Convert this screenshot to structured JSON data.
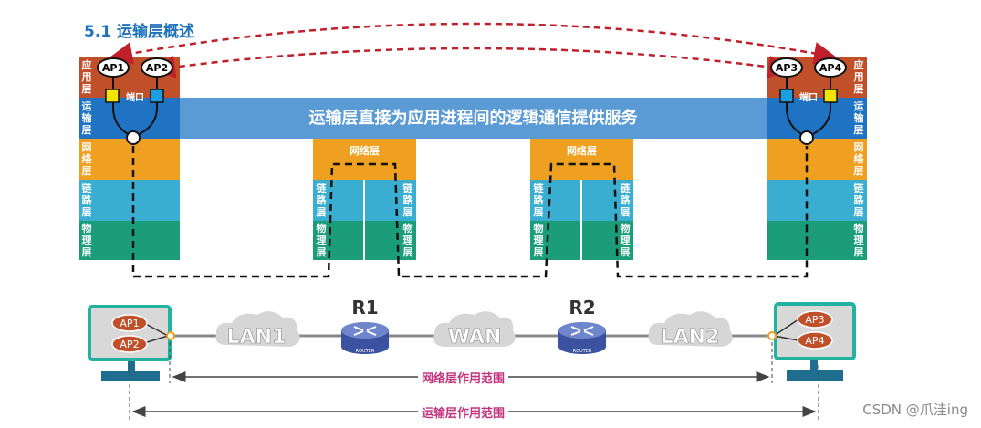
{
  "title": "5.1 运输层概述",
  "banner": "运输层直接为应用进程间的逻辑通信提供服务",
  "layers": {
    "app": "应用层",
    "transport": "运输层",
    "network": "网络层",
    "link": "链路层",
    "physical": "物理层"
  },
  "port_label": "端口",
  "aps": [
    "AP1",
    "AP2",
    "AP3",
    "AP4"
  ],
  "routers": [
    "R1",
    "R2"
  ],
  "router_badge": "ROUTER",
  "clouds": [
    "LAN1",
    "WAN",
    "LAN2"
  ],
  "ranges": {
    "network": "网络层作用范围",
    "transport": "运输层作用范围"
  },
  "watermark": "CSDN @爪洼ing",
  "colors": {
    "app": "#c0502a",
    "transport": "#1f73c2",
    "network": "#f0a020",
    "link": "#3aaed1",
    "physical": "#1a9d78",
    "banner": "#5b9bd5",
    "arrow": "#c0202a",
    "host_frame": "#21b2a0",
    "ap_fill": "#c0502a"
  }
}
